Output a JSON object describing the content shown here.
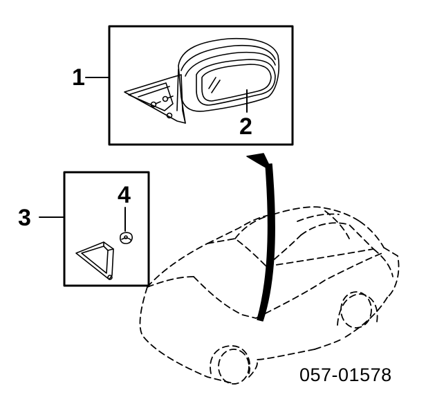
{
  "callouts": {
    "c1": "1",
    "c2": "2",
    "c3": "3",
    "c4": "4"
  },
  "part_number": "057-01578",
  "colors": {
    "ink": "#000000",
    "paper": "#ffffff"
  }
}
